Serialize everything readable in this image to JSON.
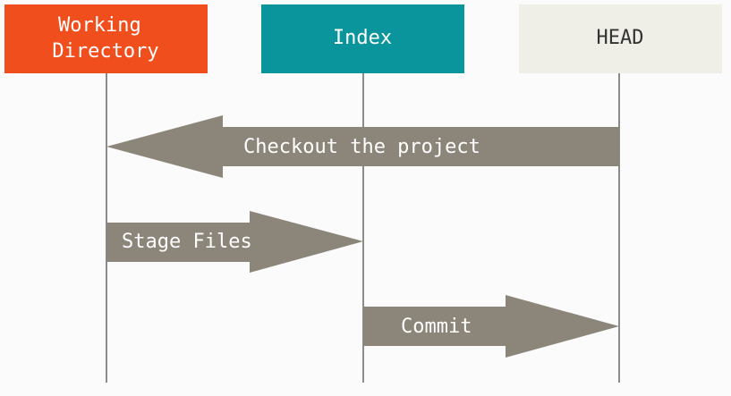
{
  "columns": {
    "working": {
      "label_line1": "Working",
      "label_line2": "Directory",
      "fill": "#f14e1d",
      "text_color": "#ffffff"
    },
    "index": {
      "label": "Index",
      "fill": "#0a959c",
      "text_color": "#ffffff"
    },
    "head": {
      "label": "HEAD",
      "fill": "#efefe8",
      "text_color": "#333333"
    }
  },
  "arrows": {
    "checkout": {
      "label": "Checkout the project",
      "direction": "left"
    },
    "stage": {
      "label": "Stage Files",
      "direction": "right"
    },
    "commit": {
      "label": "Commit",
      "direction": "right"
    }
  },
  "colors": {
    "arrow": "#8c857a",
    "lifeline": "#8c8c8c",
    "background": "#fbfbfb"
  }
}
